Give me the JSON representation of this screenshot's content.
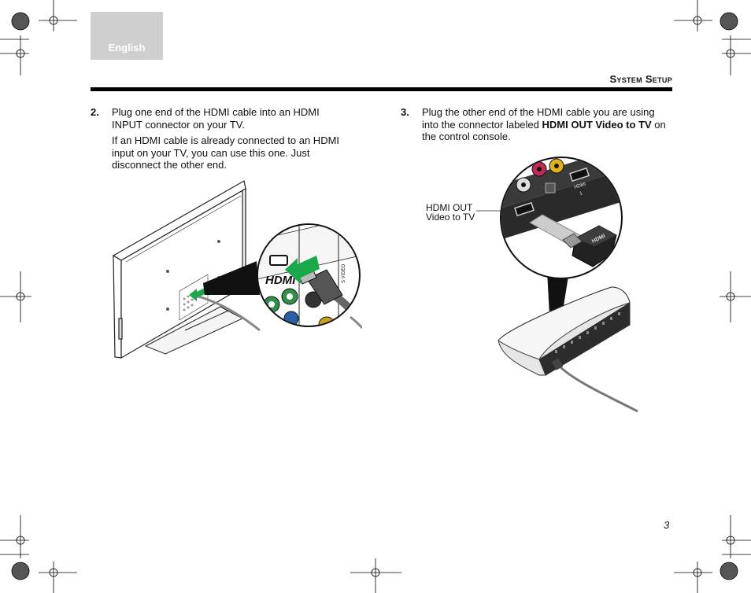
{
  "header": {
    "language_tab": "English",
    "section_title": "System Setup"
  },
  "steps": [
    {
      "number": "2.",
      "text": "Plug one end of the HDMI cable into an HDMI INPUT connector on your TV.",
      "note": "If an HDMI cable is already connected to an HDMI input on your TV, you can use this one. Just disconnect the other end."
    },
    {
      "number": "3.",
      "text_before": "Plug the other end of the HDMI cable you are using into the connector labeled ",
      "text_bold": "HDMI OUT Video to TV",
      "text_after": " on the control console."
    }
  ],
  "figures": {
    "tv_port_label_hdmi": "HDMI",
    "tv_port_label_svideo": "S VIDEO",
    "console_callout_line1": "HDMI OUT",
    "console_callout_line2": "Video to TV",
    "console_plug_label": "HDMI",
    "console_port_label": "HDMI",
    "console_port_number": "1"
  },
  "footer": {
    "page_number": "3"
  },
  "colors": {
    "accent_arrow": "#19a84a",
    "tab_gray": "#cfcfcf"
  }
}
